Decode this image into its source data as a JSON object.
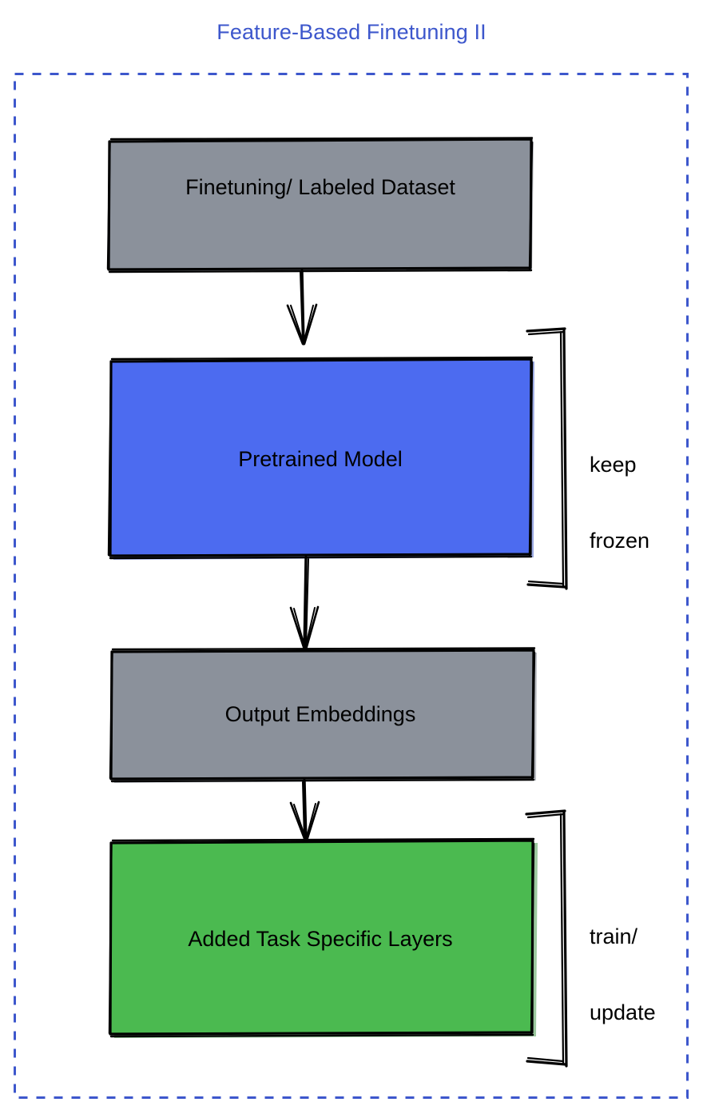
{
  "title": "Feature-Based Finetuning II",
  "colors": {
    "title_blue": "#3d57cc",
    "border_blue": "#3d57cc",
    "gray_fill": "#8b919b",
    "blue_fill": "#4c6bf0",
    "green_fill": "#4bba50",
    "stroke": "#000000",
    "background": "#ffffff"
  },
  "diagram": {
    "type": "flowchart",
    "direction": "top-to-bottom",
    "container_border": "dashed-blue",
    "nodes": [
      {
        "id": "dataset",
        "label": "Finetuning/ Labeled Dataset",
        "fill": "#8b919b",
        "order": 1
      },
      {
        "id": "model",
        "label": "Pretrained Model",
        "fill": "#4c6bf0",
        "order": 2
      },
      {
        "id": "output",
        "label": "Output Embeddings",
        "fill": "#8b919b",
        "order": 3
      },
      {
        "id": "layers",
        "label": "Added Task Specific Layers",
        "fill": "#4bba50",
        "order": 4
      }
    ],
    "edges": [
      {
        "from": "dataset",
        "to": "model",
        "style": "arrow"
      },
      {
        "from": "model",
        "to": "output",
        "style": "arrow"
      },
      {
        "from": "output",
        "to": "layers",
        "style": "arrow"
      }
    ],
    "annotations": [
      {
        "id": "keep-frozen",
        "target": "model",
        "line1": "keep",
        "line2": "frozen",
        "text": "keep frozen"
      },
      {
        "id": "train-update",
        "target": "layers",
        "line1": "train/",
        "line2": "update",
        "text": "train/ update"
      }
    ]
  }
}
